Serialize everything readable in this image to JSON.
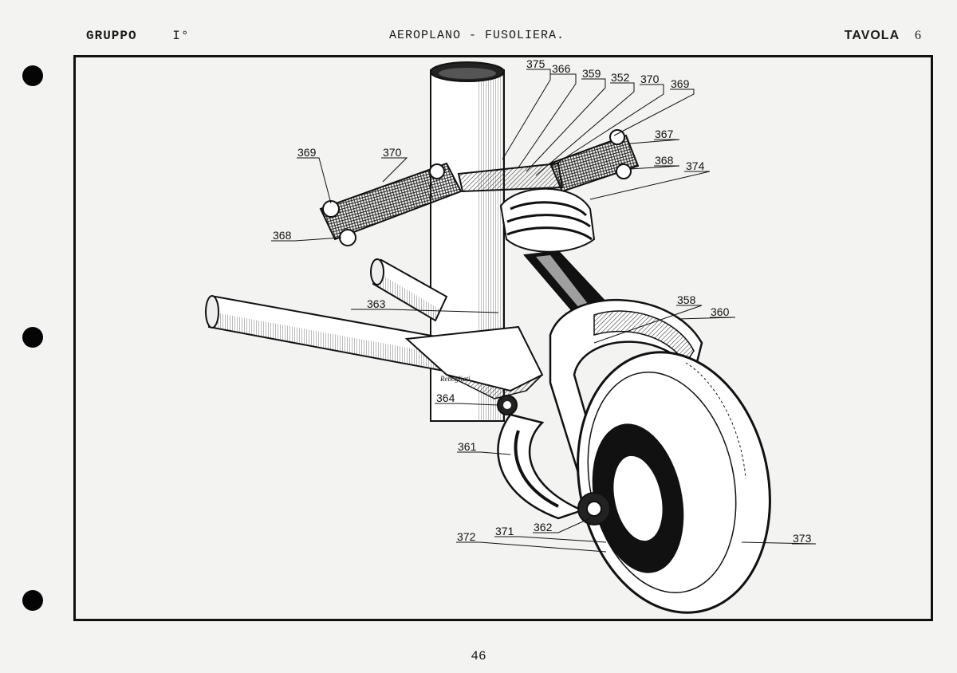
{
  "header": {
    "group_label": "GRUPPO",
    "group_number": "I°",
    "title": "AEROPLANO  -  FUSOLIERA.",
    "plate_label": "TAVOLA",
    "plate_number": "6"
  },
  "drawing": {
    "signature": "Rebogliati",
    "callouts": [
      "375",
      "366",
      "359",
      "352",
      "370",
      "369",
      "367",
      "368",
      "374",
      "369",
      "370",
      "368",
      "363",
      "358",
      "360",
      "364",
      "361",
      "362",
      "371",
      "372",
      "373"
    ]
  },
  "footer": {
    "page_number": "46"
  }
}
